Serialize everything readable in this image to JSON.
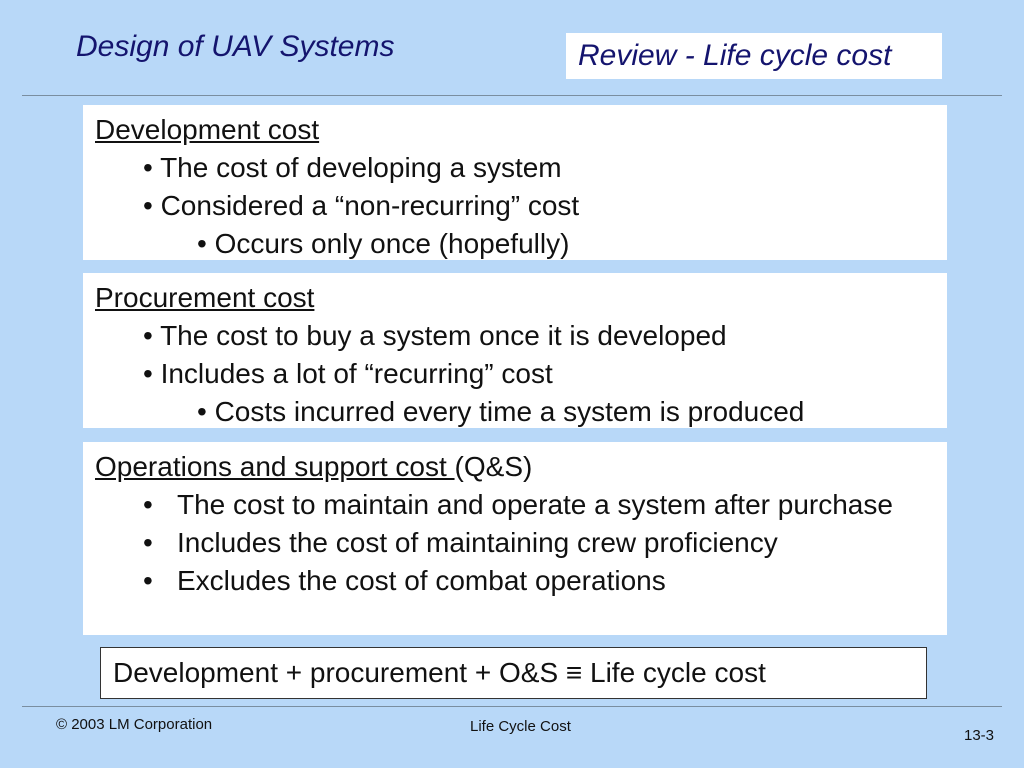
{
  "header": {
    "title": "Design of UAV Systems",
    "topic": "Review - Life cycle cost"
  },
  "sections": [
    {
      "heading": "Development cost",
      "bullets": [
        "• The cost of developing a system",
        "• Considered a “non-recurring” cost"
      ],
      "sub_bullets": [
        "• Occurs only once (hopefully)"
      ]
    },
    {
      "heading": "Procurement cost",
      "bullets": [
        "• The cost to buy a system once it is developed",
        "• Includes a lot of “recurring” cost"
      ],
      "sub_bullets": [
        "• Costs incurred every time a system is produced"
      ]
    },
    {
      "heading": "Operations and support cost ",
      "heading_suffix": "(Q&S)",
      "bullet_char": "•",
      "bullets": [
        "The cost to maintain and operate a system after purchase",
        "Includes the cost of maintaining crew proficiency",
        "Excludes the cost of combat operations"
      ]
    }
  ],
  "equation": "Development + procurement + O&S ≡ Life cycle cost",
  "footer": {
    "copyright": "©  2003 LM Corporation",
    "center": "Life Cycle Cost",
    "page": "13-3"
  }
}
